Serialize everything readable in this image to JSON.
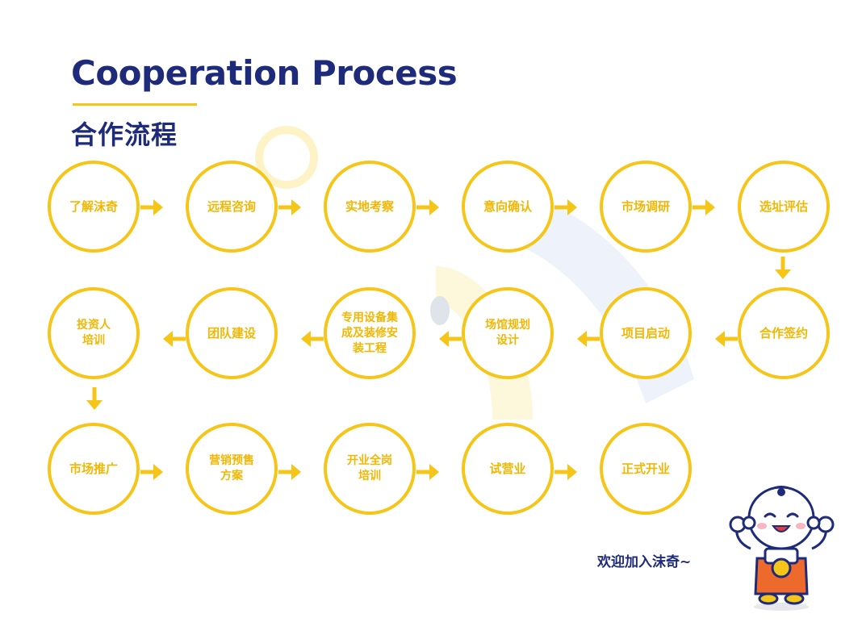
{
  "header": {
    "title_en": "Cooperation Process",
    "title_cn": "合作流程"
  },
  "steps": [
    {
      "label": "了解沫奇"
    },
    {
      "label": "远程咨询"
    },
    {
      "label": "实地考察"
    },
    {
      "label": "意向确认"
    },
    {
      "label": "市场调研"
    },
    {
      "label": "选址评估"
    },
    {
      "label": "合作签约"
    },
    {
      "label": "项目启动"
    },
    {
      "label": "场馆规划设计"
    },
    {
      "label": "专用设备集成及装修安装工程"
    },
    {
      "label": "团队建设"
    },
    {
      "label": "投资人培训"
    },
    {
      "label": "市场推广"
    },
    {
      "label": "营销预售方案"
    },
    {
      "label": "开业全岗培训"
    },
    {
      "label": "试营业"
    },
    {
      "label": "正式开业"
    }
  ],
  "footer": {
    "welcome": "欢迎加入沫奇~"
  },
  "colors": {
    "navy": "#1e2b7a",
    "yellow": "#f5c518",
    "label_yellow": "#f2b705"
  },
  "icons": [
    "right-arrow-icon",
    "left-arrow-icon",
    "down-arrow-icon",
    "mascot-icon"
  ]
}
